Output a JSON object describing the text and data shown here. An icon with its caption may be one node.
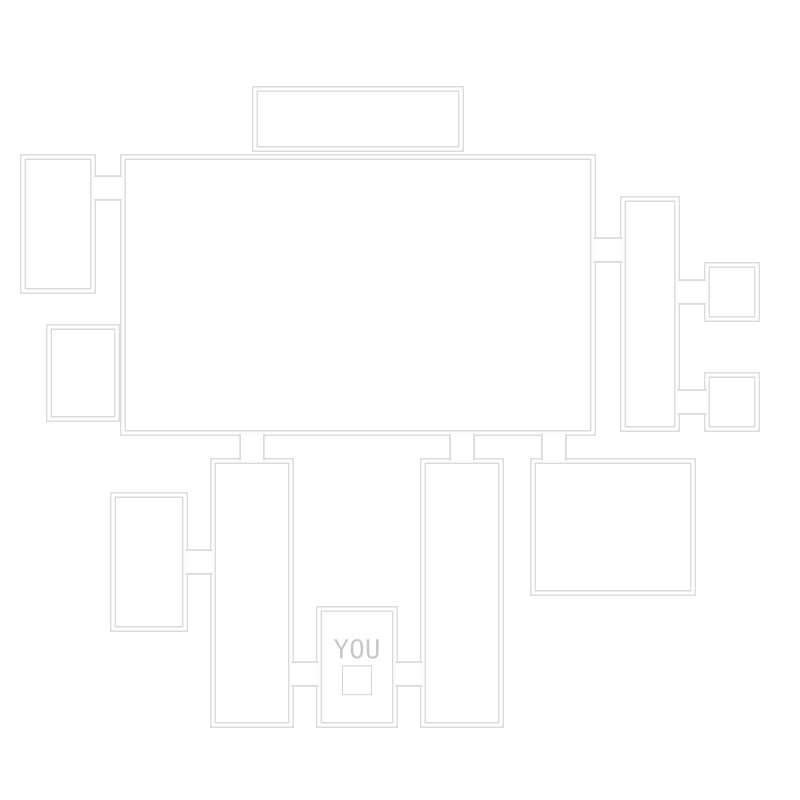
{
  "diagram": {
    "nodes": [
      {
        "text": [],
        "shape": "box"
      },
      {
        "text": [],
        "shape": "box"
      },
      {
        "text": [],
        "shape": "box"
      },
      {
        "text": [],
        "shape": "box"
      },
      {
        "text": [],
        "shape": "box"
      },
      {
        "text": [],
        "shape": "box"
      },
      {
        "text": [],
        "shape": "box"
      },
      {
        "text": [],
        "shape": "box"
      },
      {
        "text": [],
        "shape": "box"
      },
      {
        "text": [
          "YOU"
        ]
      },
      {
        "text": [],
        "shape": "box"
      },
      {
        "text": [],
        "shape": "box"
      }
    ],
    "edges": [
      {
        "from": 1,
        "to": 2,
        "arrow": "none"
      },
      {
        "from": 1,
        "to": 4,
        "arrow": "none"
      },
      {
        "from": 4,
        "to": 5,
        "arrow": "none"
      },
      {
        "from": 4,
        "to": 6,
        "arrow": "none"
      },
      {
        "from": 1,
        "to": 7,
        "arrow": "none"
      },
      {
        "from": 7,
        "to": 8,
        "arrow": "none"
      },
      {
        "from": 7,
        "to": 9,
        "arrow": "none"
      },
      {
        "from": 9,
        "to": 10,
        "arrow": "none"
      },
      {
        "from": 1,
        "to": 10,
        "arrow": "none"
      },
      {
        "from": 1,
        "to": 11,
        "arrow": "none"
      }
    ]
  }
}
